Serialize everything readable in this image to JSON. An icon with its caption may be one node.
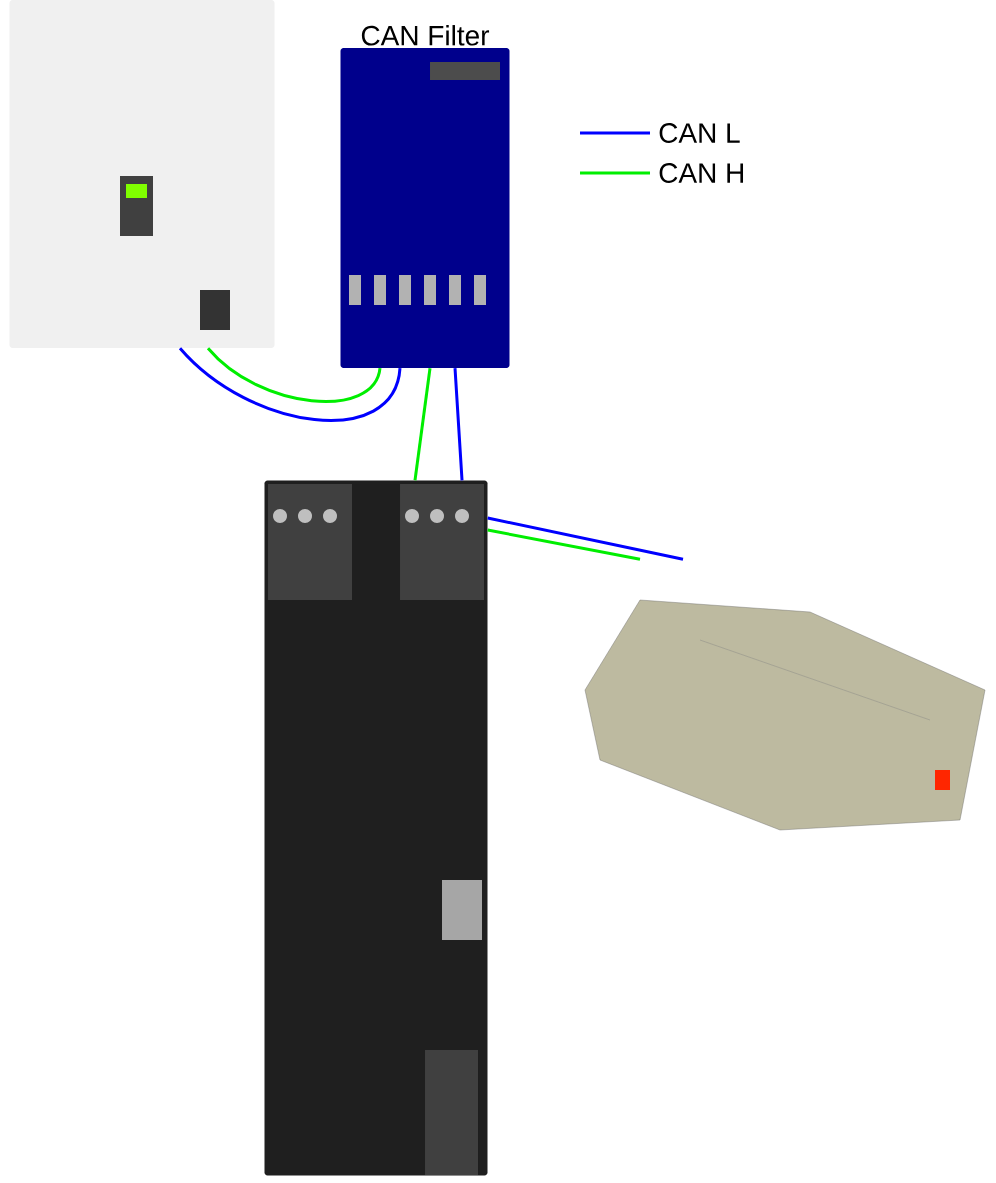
{
  "diagram": {
    "nodes": [
      {
        "text": [],
        "shape": "picture"
      },
      {
        "text": [
          "CAN Filter"
        ]
      },
      {
        "text": [],
        "shape": "picture"
      },
      {
        "text": [],
        "shape": "picture"
      }
    ],
    "edges": [
      {
        "from": 0,
        "to": 1,
        "arrow": "none",
        "color": "#0000ff"
      },
      {
        "from": 0,
        "to": 1,
        "arrow": "none",
        "color": "#00ee00"
      },
      {
        "from": 1,
        "to": 2,
        "arrow": "none",
        "color": "#00ee00"
      },
      {
        "from": 1,
        "to": 2,
        "arrow": "none",
        "color": "#0000ff"
      },
      {
        "from": 2,
        "to": 3,
        "arrow": "none",
        "color": "#0000ff"
      },
      {
        "from": 2,
        "to": 3,
        "arrow": "none",
        "color": "#00ee00"
      }
    ],
    "legend": [
      {
        "text": "CAN L"
      },
      {
        "text": "CAN H"
      }
    ]
  }
}
